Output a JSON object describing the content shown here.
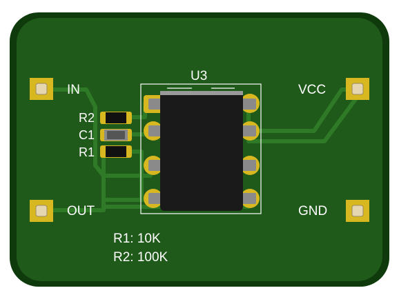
{
  "board": {
    "refdes": "U3",
    "pads": {
      "in": "IN",
      "out": "OUT",
      "vcc": "VCC",
      "gnd": "GND"
    },
    "components": {
      "r2": "R2",
      "c1": "C1",
      "r1": "R1"
    },
    "notes": [
      "R1: 10K",
      "R2: 100K"
    ],
    "colors": {
      "pcb": "#1f5a1a",
      "pcb_edge": "#0e3a0c",
      "trace": "#2f7a26",
      "pad_gold": "#d8b820",
      "chip": "#1a1a1a",
      "silk": "#ffffff"
    }
  }
}
